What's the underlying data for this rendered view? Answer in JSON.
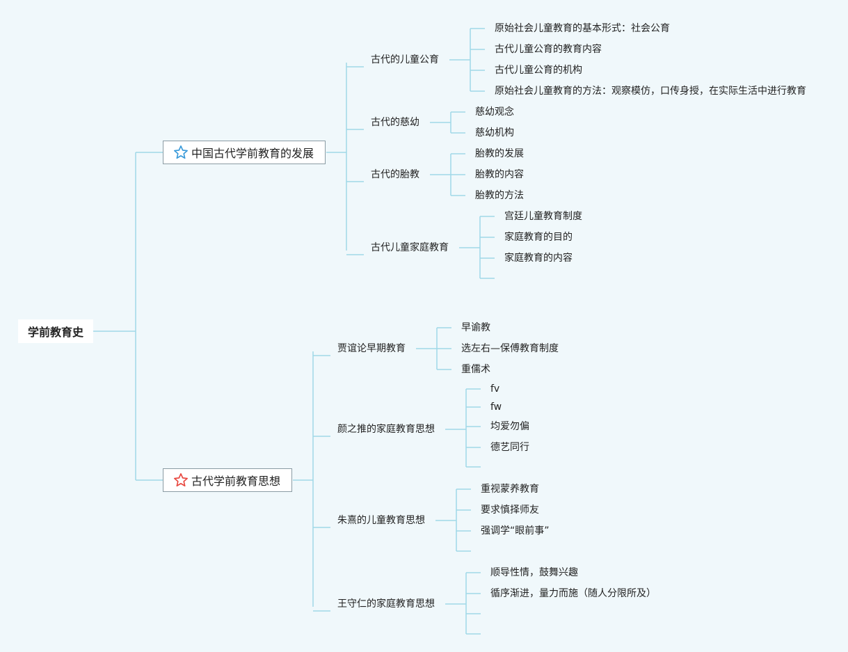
{
  "root": "学前教育史",
  "colors": {
    "line": "#9fd8e8",
    "star_blue": "#3a9ad9",
    "star_red": "#e8473f"
  },
  "branches": [
    {
      "label": "中国古代学前教育的发展",
      "icon": "star-outline-blue-icon",
      "children": [
        {
          "label": "古代的儿童公育",
          "items": [
            "原始社会儿童教育的基本形式：社会公育",
            "古代儿童公育的教育内容",
            "古代儿童公育的机构",
            "原始社会儿童教育的方法：观察模仿，口传身授，在实际生活中进行教育"
          ]
        },
        {
          "label": "古代的慈幼",
          "items": [
            "慈幼观念",
            "慈幼机构"
          ]
        },
        {
          "label": "古代的胎教",
          "items": [
            "胎教的发展",
            "胎教的内容",
            "胎教的方法"
          ]
        },
        {
          "label": "古代儿童家庭教育",
          "items": [
            "宫廷儿童教育制度",
            "家庭教育的目的",
            "家庭教育的内容",
            ""
          ]
        }
      ]
    },
    {
      "label": "古代学前教育思想",
      "icon": "star-outline-red-icon",
      "children": [
        {
          "label": "贾谊论早期教育",
          "items": [
            "早谕教",
            "选左右—保傅教育制度",
            "重儒术"
          ]
        },
        {
          "label": "颜之推的家庭教育思想",
          "items": [
            "fv",
            "fw",
            "均爱勿偏",
            "德艺同行",
            ""
          ]
        },
        {
          "label": "朱熹的儿童教育思想",
          "items": [
            "重视蒙养教育",
            "要求慎择师友",
            "强调学“眼前事”",
            ""
          ]
        },
        {
          "label": "王守仁的家庭教育思想",
          "items": [
            "顺导性情，鼓舞兴趣",
            "循序渐进，量力而施（随人分限所及）",
            "",
            ""
          ]
        }
      ]
    }
  ]
}
